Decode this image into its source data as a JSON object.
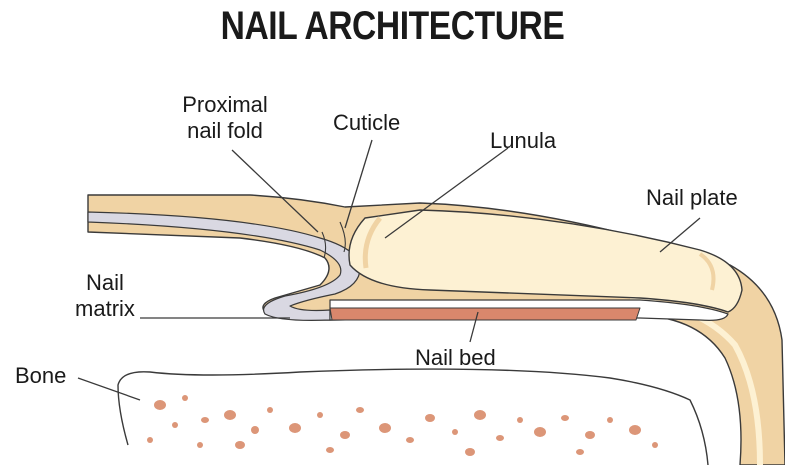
{
  "title": "NAIL ARCHITECTURE",
  "labels": {
    "proximal_nail_fold": [
      "Proximal",
      "nail fold"
    ],
    "cuticle": "Cuticle",
    "lunula": "Lunula",
    "nail_plate": "Nail plate",
    "nail_matrix": [
      "Nail",
      "matrix"
    ],
    "nail_bed": "Nail bed",
    "bone": "Bone"
  },
  "colors": {
    "skin": "#f0d3a4",
    "nail_plate": "#fdf1d3",
    "matrix": "#d9d8e2",
    "nail_bed": "#d9876c",
    "bone_spots": "#dc9678",
    "outline": "#3a3a3a"
  }
}
